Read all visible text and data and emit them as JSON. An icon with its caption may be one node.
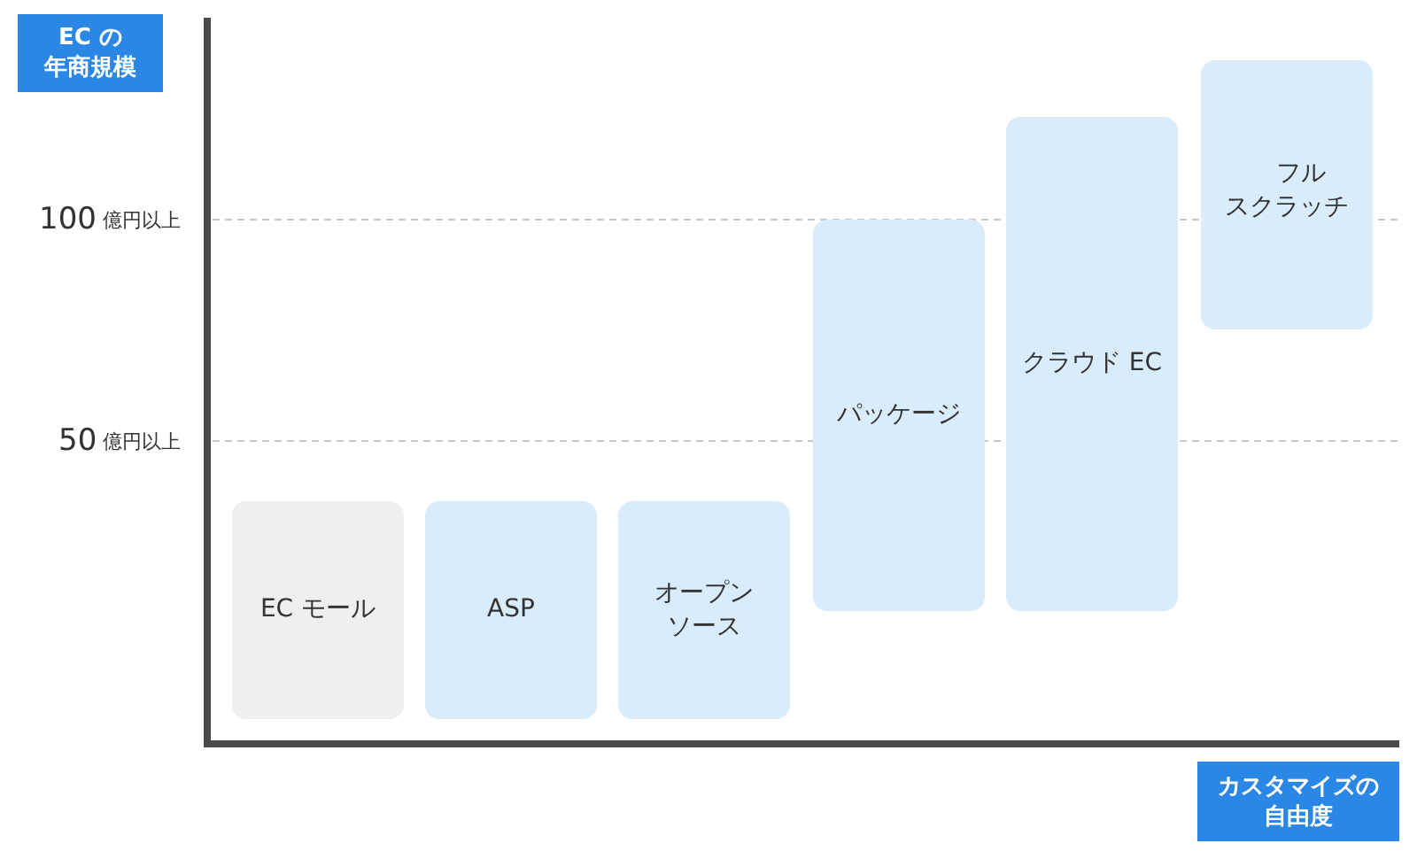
{
  "diagram": {
    "nodes": [
      {
        "text": [
          "EC の年商規模"
        ]
      },
      {
        "text": [
          "EC モール"
        ]
      },
      {
        "text": [
          "ASP"
        ]
      },
      {
        "text": [
          "オープンソース"
        ]
      },
      {
        "text": [
          "パッケージ"
        ]
      },
      {
        "text": [
          "クラウド EC"
        ]
      },
      {
        "text": [
          "フルスクラッチ"
        ]
      },
      {
        "text": [
          "カスタマイズの自由度"
        ]
      }
    ],
    "labels": [
      "100",
      "億円以上",
      "50",
      "億円以上"
    ]
  }
}
